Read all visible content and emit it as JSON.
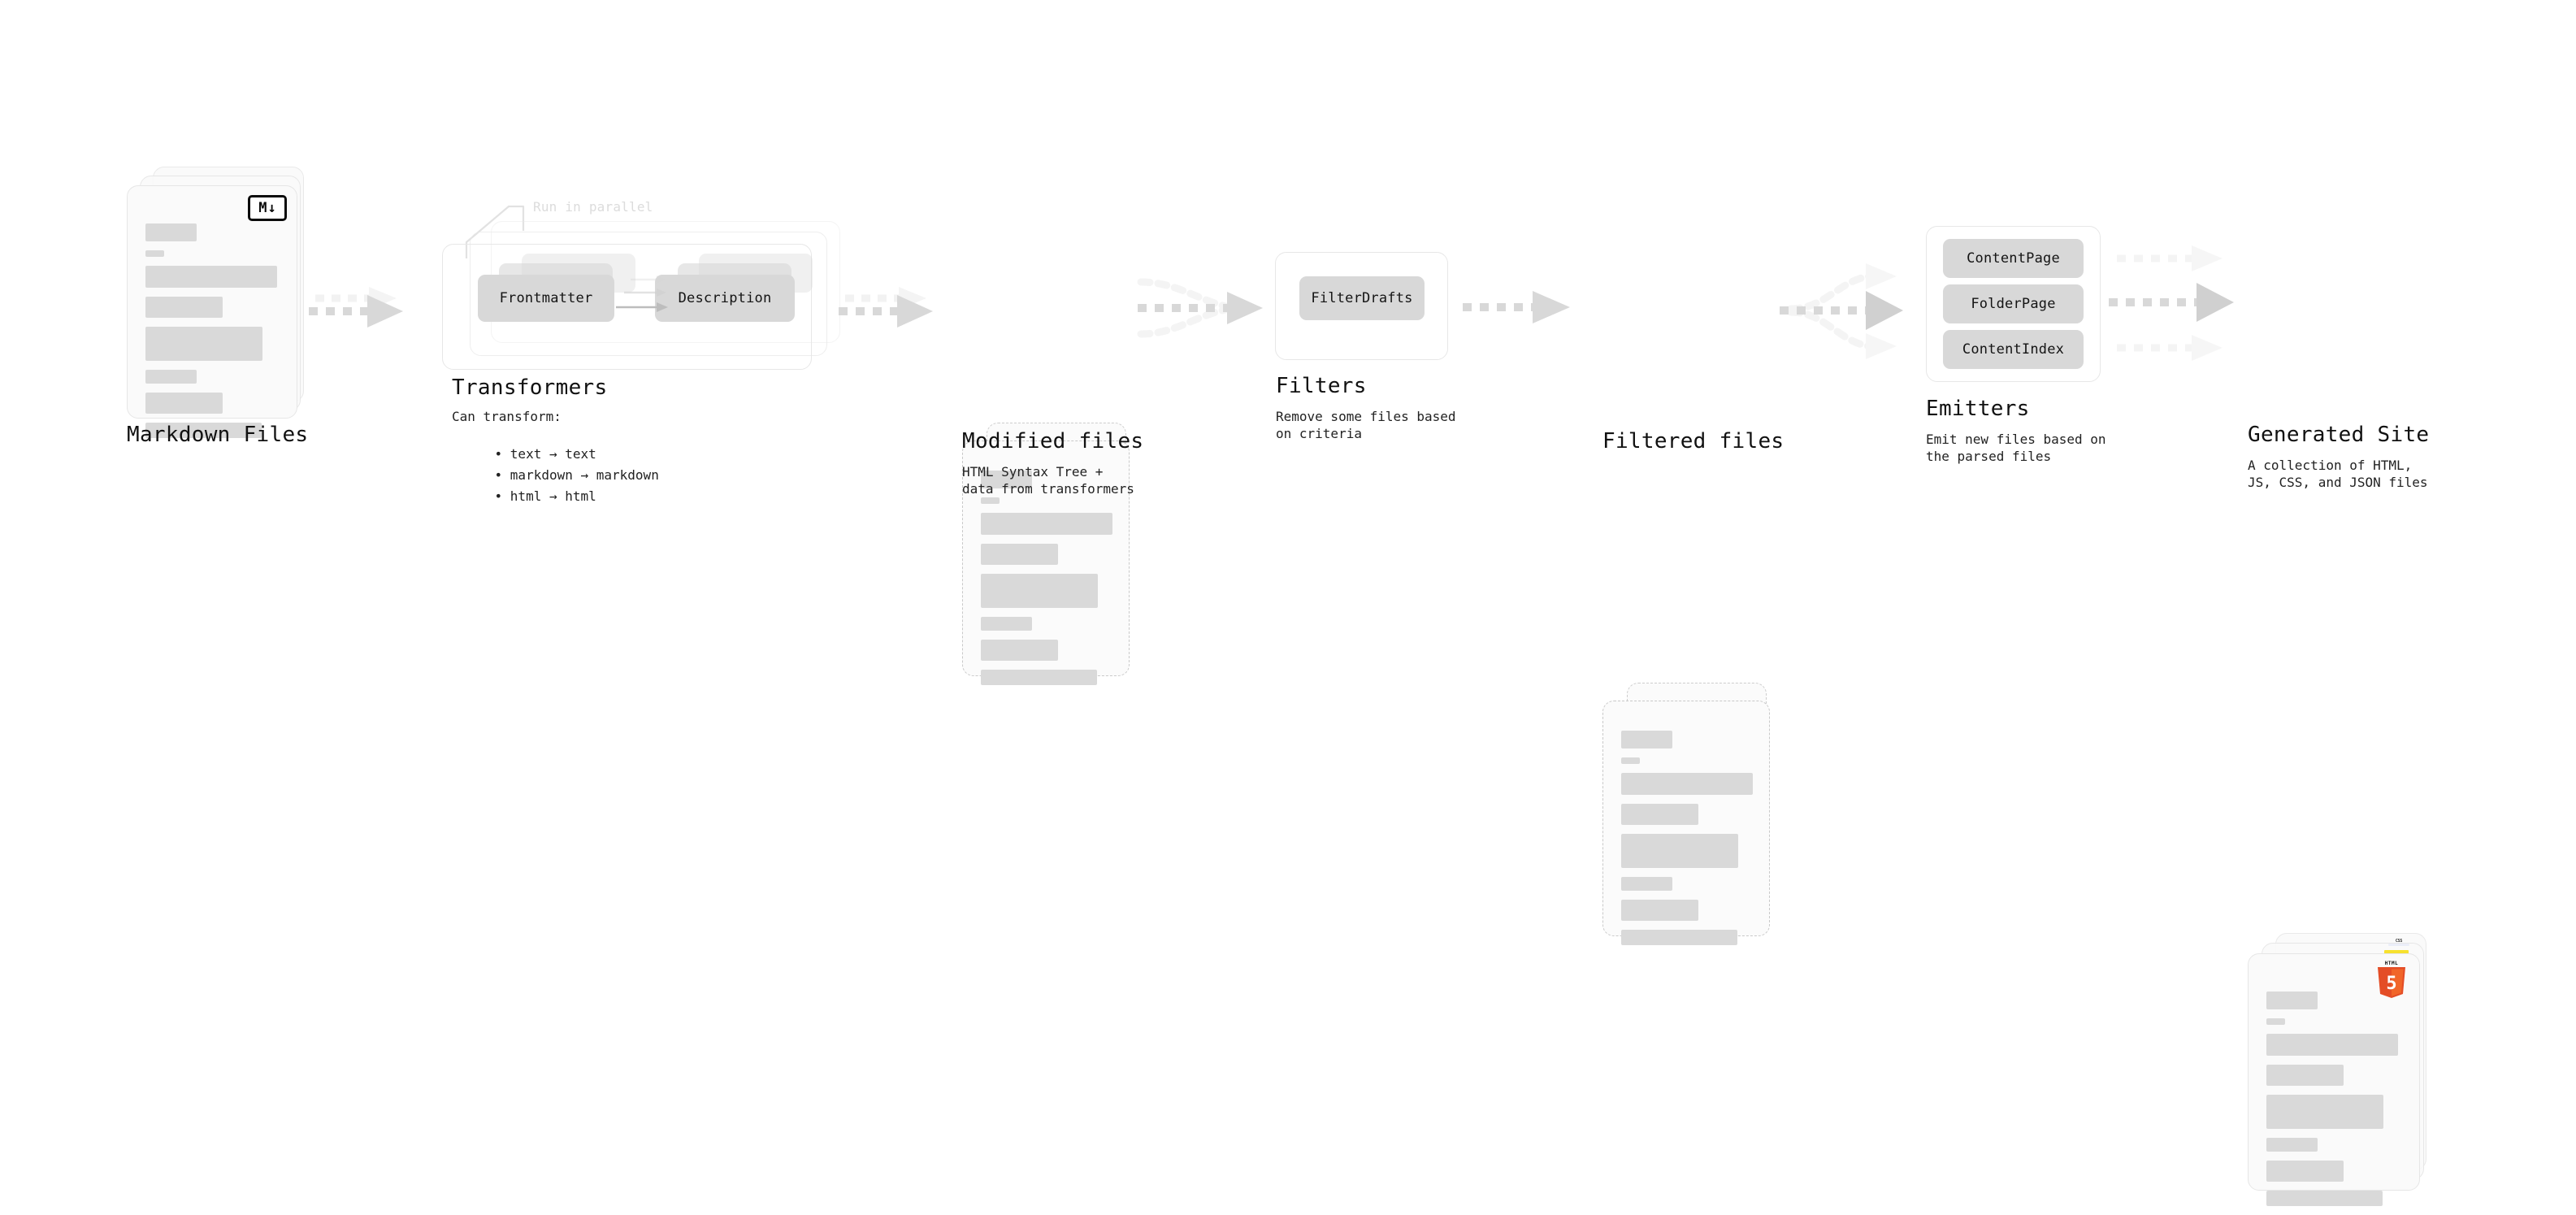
{
  "diagram": {
    "type": "pipeline-flow",
    "background": "#ffffff",
    "accent_colors": {
      "card_fill": "#fafafa",
      "card_border": "#e6e6e6",
      "skeleton_bar": "#d9d9d9",
      "chip_fill": "#d8d8d8",
      "arrow": "#d5d5d5",
      "html5": "#e44d26",
      "css": "#264de4",
      "js": "#f7df1e",
      "text": "#111111",
      "ghost_text": "#dcdcdc"
    },
    "stages": [
      {
        "id": "markdown-files",
        "title": "Markdown Files",
        "subtitle": "",
        "badge": "markdown-badge",
        "badge_text": "M",
        "badge_glyph": "↓",
        "card_style": "solid",
        "stack_count": 3
      },
      {
        "id": "transformers",
        "title": "Transformers",
        "subtitle": "Can transform:",
        "bullets": [
          "text → text",
          "markdown → markdown",
          "html → html"
        ],
        "annotation": "Run in parallel",
        "chips": [
          "Frontmatter",
          "Description"
        ],
        "stack_count": 3
      },
      {
        "id": "modified-files",
        "title": "Modified files",
        "subtitle": "HTML Syntax Tree +\ndata from transformers",
        "card_style": "dashed",
        "stack_count": 2
      },
      {
        "id": "filters",
        "title": "Filters",
        "subtitle": "Remove some files based\non criteria",
        "chips": [
          "FilterDrafts"
        ]
      },
      {
        "id": "filtered-files",
        "title": "Filtered files",
        "subtitle": "",
        "card_style": "dashed",
        "stack_count": 2
      },
      {
        "id": "emitters",
        "title": "Emitters",
        "subtitle": "Emit new files based on\nthe parsed files",
        "chips": [
          "ContentPage",
          "FolderPage",
          "ContentIndex"
        ]
      },
      {
        "id": "generated-site",
        "title": "Generated Site",
        "subtitle": "A collection of HTML,\nJS, CSS, and JSON files",
        "badges": [
          "css-badge",
          "js-badge",
          "html5-badge"
        ],
        "badge_labels": {
          "css": "CSS",
          "html5": "HTML",
          "html5_digit": "5"
        },
        "card_style": "solid",
        "stack_count": 3
      }
    ],
    "connectors": [
      {
        "from": "markdown-files",
        "to": "transformers",
        "style": "dashed-arrow",
        "count": 1
      },
      {
        "from": "transformers",
        "to": "modified-files",
        "style": "dashed-arrow",
        "count": 1
      },
      {
        "from": "modified-files",
        "to": "filters",
        "style": "dashed-arrow-merge",
        "count": 1
      },
      {
        "from": "filters",
        "to": "filtered-files",
        "style": "dashed-arrow",
        "count": 1
      },
      {
        "from": "filtered-files",
        "to": "emitters",
        "style": "dashed-arrow-fan",
        "count": 3
      },
      {
        "from": "emitters",
        "to": "generated-site",
        "style": "dashed-arrow-fan",
        "count": 3
      }
    ]
  }
}
